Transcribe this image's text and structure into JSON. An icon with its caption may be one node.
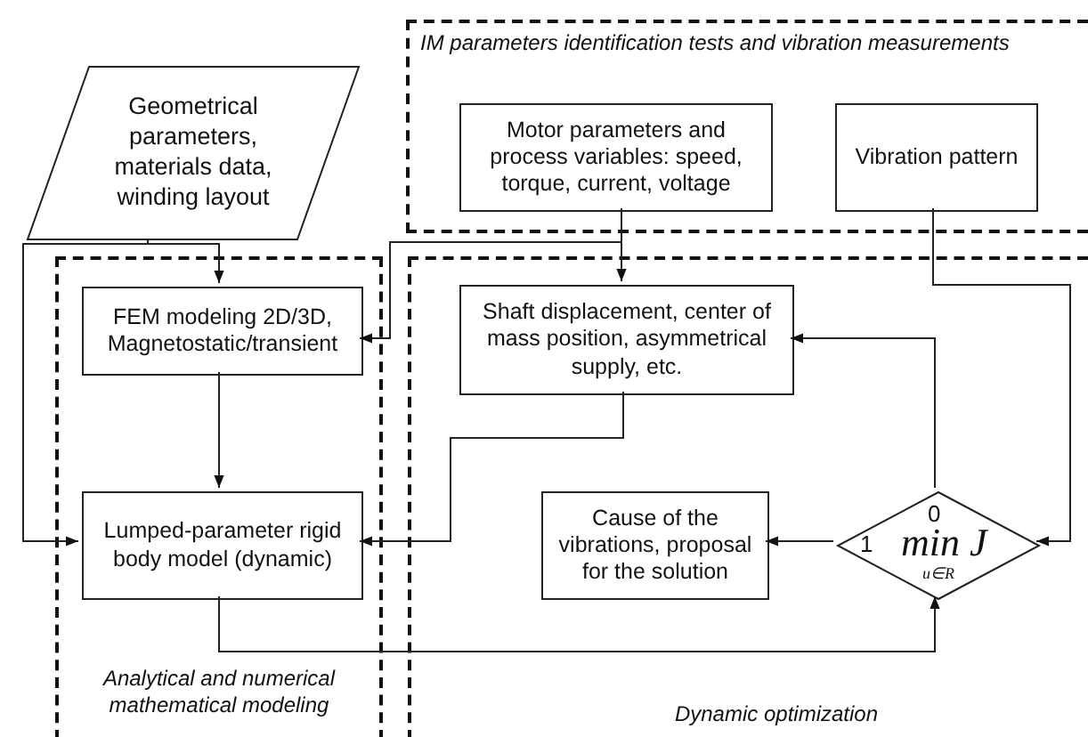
{
  "diagram": {
    "nodes": [
      {
        "text": [
          "Geometrical parameters, materials data, winding layout"
        ]
      },
      {
        "text": [
          "IM parameters identification tests and vibration measurements"
        ]
      },
      {
        "text": [
          "Motor parameters and process variables: speed, torque, current, voltage"
        ],
        "in": 1
      },
      {
        "text": [
          "Vibration pattern"
        ],
        "in": 1
      },
      {
        "text": [
          "Analytical and numerical mathematical modeling"
        ]
      },
      {
        "text": [
          "FEM modeling 2D/3D, Magnetostatic/transient"
        ],
        "in": 4
      },
      {
        "text": [
          "Lumped-parameter rigid body model (dynamic)"
        ],
        "in": 4
      },
      {
        "text": [
          "Dynamic optimization"
        ]
      },
      {
        "text": [
          "Shaft displacement, center of mass position, asymmetrical supply, etc."
        ],
        "in": 7
      },
      {
        "text": [
          "Cause of the vibrations, proposal for the solution"
        ],
        "in": 7
      },
      {
        "text": [
          "0",
          "1",
          "min J",
          "u∈R"
        ],
        "in": 7
      }
    ],
    "edges": [
      {
        "from": 0,
        "to": 5,
        "arrow": "to"
      },
      {
        "from": 0,
        "to": 6,
        "arrow": "to"
      },
      {
        "from": 2,
        "to": 8,
        "arrow": "to"
      },
      {
        "from": 2,
        "to": 5,
        "arrow": "to"
      },
      {
        "from": 5,
        "to": 6,
        "arrow": "to"
      },
      {
        "from": 8,
        "to": 6,
        "arrow": "to"
      },
      {
        "from": 10,
        "to": 8,
        "arrow": "to"
      },
      {
        "from": 3,
        "to": 10,
        "arrow": "to"
      },
      {
        "from": 10,
        "to": 9,
        "arrow": "to"
      },
      {
        "from": 6,
        "to": 10,
        "arrow": "to"
      }
    ]
  }
}
